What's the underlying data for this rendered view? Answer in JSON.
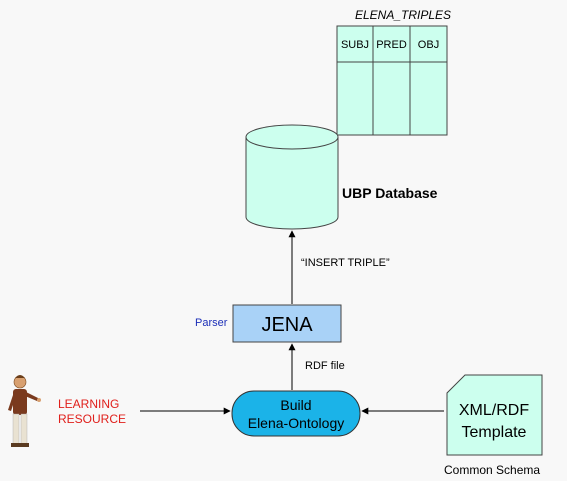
{
  "table": {
    "title": "ELENA_TRIPLES",
    "columns": [
      "SUBJ",
      "PRED",
      "OBJ"
    ]
  },
  "database": {
    "label": "UBP Database"
  },
  "edges": {
    "insert_label": "“INSERT TRIPLE”",
    "rdf_label": "RDF file"
  },
  "jena": {
    "label": "JENA",
    "role_label": "Parser"
  },
  "build": {
    "line1": "Build",
    "line2": "Elena-Ontology"
  },
  "learning": {
    "line1": "LEARNING",
    "line2": "RESOURCE"
  },
  "template": {
    "line1": "XML/RDF",
    "line2": "Template",
    "caption": "Common Schema"
  },
  "colors": {
    "box_fill": "#ccffee",
    "jena_fill": "#a9d2f7",
    "build_fill": "#1bb3e8",
    "parser_text": "#1c2fb8",
    "learning_text": "#e0201c"
  }
}
